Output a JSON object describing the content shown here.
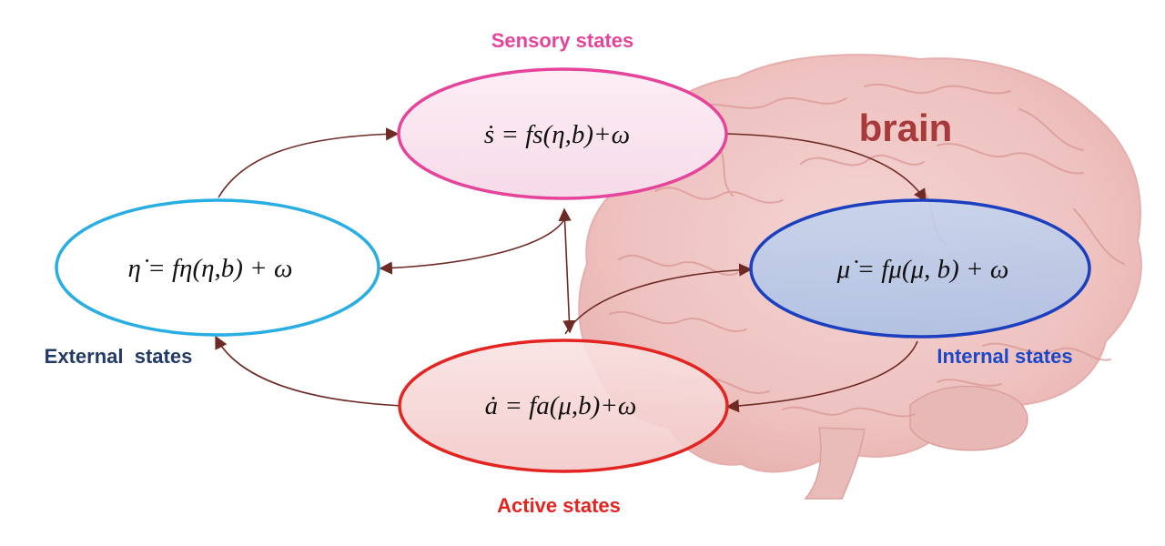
{
  "colors": {
    "sensory": "#e5449a",
    "external": "#29aee3",
    "internal": "#1b3fbf",
    "active": "#e32420",
    "arrow": "#6e2a24",
    "brain": "#a83a3c",
    "external_label": "#233a66",
    "internal_label": "#1b47c8"
  },
  "brain": {
    "label": "brain"
  },
  "nodes": {
    "sensory": {
      "label": "Sensory states",
      "equation": "ṡ = fs(η,b)+ω"
    },
    "external": {
      "label": "External  states",
      "equation": "η̇ = fη(η,b) + ω"
    },
    "internal": {
      "label": "Internal states",
      "equation": "μ̇ = fμ(μ, b) + ω"
    },
    "active": {
      "label": "Active states",
      "equation": "ȧ = fa(μ,b)+ω"
    }
  },
  "edges": [
    {
      "from": "external",
      "to": "sensory"
    },
    {
      "from": "sensory",
      "to": "internal"
    },
    {
      "from": "internal",
      "to": "active"
    },
    {
      "from": "active",
      "to": "external"
    },
    {
      "from": "sensory",
      "to": "external"
    },
    {
      "from": "active",
      "to": "internal"
    },
    {
      "from": "sensory",
      "to": "active",
      "bidirectional": true
    }
  ]
}
